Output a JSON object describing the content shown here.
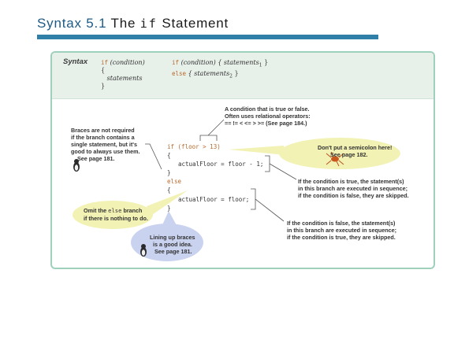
{
  "title": {
    "prefix": "Syntax 5.1",
    "the": "The",
    "keyword": "if",
    "suffix": "Statement"
  },
  "syntax_box": {
    "label": "Syntax",
    "form1": {
      "line1_kw": "if",
      "line1_rest": "(condition)",
      "line2": "{",
      "line3": "statements",
      "line4": "}"
    },
    "form2": {
      "line1_kw": "if",
      "line1_rest": "(condition) { statements",
      "line1_sub": "1",
      "line1_end": " }",
      "line2_kw": "else",
      "line2_rest": " { statements",
      "line2_sub": "2",
      "line2_end": " }"
    }
  },
  "code": {
    "if_line": "if (floor > 13)",
    "open1": "{",
    "stmt1": "actualFloor = floor - 1;",
    "close1": "}",
    "else_line": "else",
    "open2": "{",
    "stmt2": "actualFloor = floor;",
    "close2": "}"
  },
  "annotations": {
    "braces": "Braces are not required\nif the branch contains a\nsingle statement, but it's\ngood to always use them.\n    See page 181.",
    "condition": "A condition that is true or false.\nOften uses relational operators:\n== != < <= > >= (See page 184.)",
    "semicolon": "Don't put a semicolon here!\n        See page 182.",
    "true_branch": "If the condition is true, the statement(s)\nin this branch are executed in sequence;\nif the condition is false, they are skipped.",
    "false_branch": "If the condition is false, the statement(s)\nin this branch are executed in sequence;\nif the condition is true, they are skipped.",
    "omit_else_1": "Omit the ",
    "omit_else_kw": "else",
    "omit_else_2": " branch",
    "omit_else_3": "if there is nothing to do.",
    "lining_up": "Lining up braces\n  is a good idea.\n   See page 181."
  },
  "colors": {
    "title_accent": "#1d5a85",
    "rule": "#2f7fa8",
    "panel_border": "#9fd0bc",
    "header_bg": "#e7f0e9",
    "keyword": "#b86a2d",
    "yellow_bubble": "#f2f2b4",
    "blue_bubble": "#c9d2ef"
  }
}
